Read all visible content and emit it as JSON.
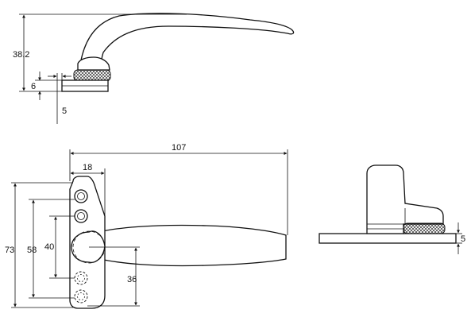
{
  "colors": {
    "line": "#111111",
    "background": "#ffffff"
  },
  "dimensions": {
    "side_height": "38.2",
    "side_base": "6",
    "side_offset": "5",
    "front_length": "107",
    "front_width": "18",
    "front_total": "73",
    "front_spacing_58": "58",
    "front_spacing_40": "40",
    "front_spacing_36": "36",
    "end_height": "5"
  }
}
